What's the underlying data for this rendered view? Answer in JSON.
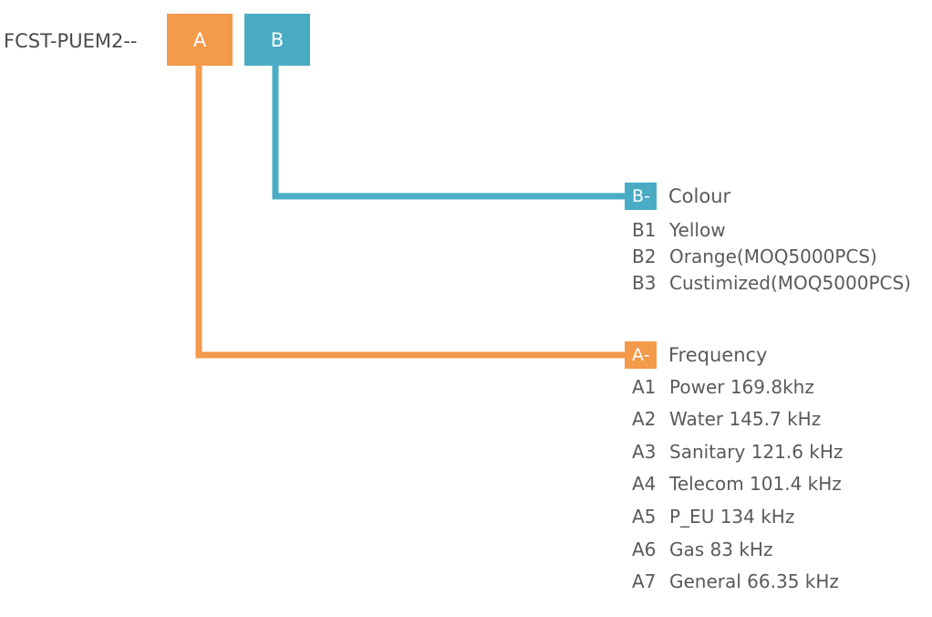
{
  "model": {
    "prefix": "FCST-PUEM2--",
    "box_a": "A",
    "box_b": "B"
  },
  "colors": {
    "orange": "#f49a4b",
    "teal": "#4aacc4"
  },
  "colour_group": {
    "tag": "B-",
    "title": "Colour",
    "options": [
      {
        "code": "B1",
        "label": "Yellow"
      },
      {
        "code": "B2",
        "label": "Orange(MOQ5000PCS)"
      },
      {
        "code": "B3",
        "label": "Custimized(MOQ5000PCS)"
      }
    ]
  },
  "frequency_group": {
    "tag": "A-",
    "title": "Frequency",
    "options": [
      {
        "code": "A1",
        "label": "Power 169.8khz"
      },
      {
        "code": "A2",
        "label": "Water 145.7 kHz"
      },
      {
        "code": "A3",
        "label": "Sanitary 121.6 kHz"
      },
      {
        "code": "A4",
        "label": "Telecom 101.4 kHz"
      },
      {
        "code": "A5",
        "label": "P_EU 134 kHz"
      },
      {
        "code": "A6",
        "label": "Gas 83 kHz"
      },
      {
        "code": "A7",
        "label": "General 66.35 kHz"
      }
    ]
  }
}
